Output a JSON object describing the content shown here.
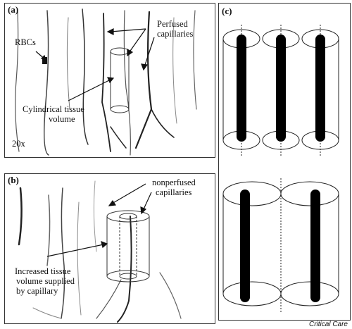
{
  "panel_a": {
    "label": "(a)",
    "rbc_label": "RBCs",
    "perfused_label_1": "Perfused",
    "perfused_label_2": "capillaries",
    "cylinder_label_1": "Cylindrical tissue",
    "cylinder_label_2": "volume",
    "magnification": "20x"
  },
  "panel_b": {
    "label": "(b)",
    "nonperfused_label_1": "nonperfused",
    "nonperfused_label_2": "capillaries",
    "increased_label_1": "Increased tissue",
    "increased_label_2": "volume supplied",
    "increased_label_3": "by capillary"
  },
  "panel_c": {
    "label": "(c)"
  },
  "credit": "Critical Care"
}
